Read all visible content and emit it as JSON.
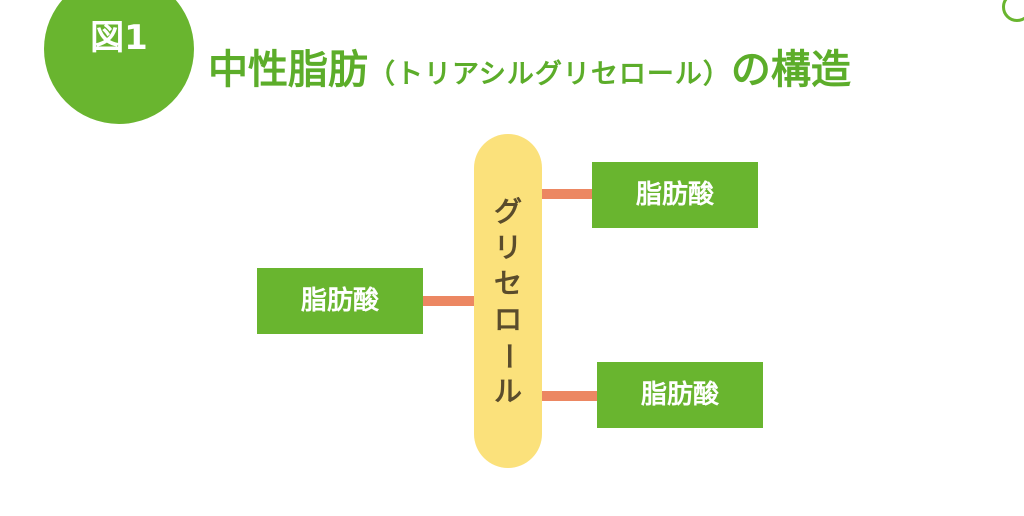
{
  "colors": {
    "accent_green": "#69b52f",
    "title_green": "#5cad2a",
    "glycerol_yellow": "#fbe17b",
    "bond_orange": "#ec8762",
    "glycerol_text": "#5a4c2c"
  },
  "figure_badge": {
    "label": "図1"
  },
  "title": {
    "main": "中性脂肪",
    "sub": "（トリアシルグリセロール）",
    "suffix": "の構造"
  },
  "glycerol": {
    "chars": [
      "グ",
      "リ",
      "セ",
      "ロ",
      "ー",
      "ル"
    ]
  },
  "fatty_acids": [
    {
      "label": "脂肪酸"
    },
    {
      "label": "脂肪酸"
    },
    {
      "label": "脂肪酸"
    }
  ]
}
